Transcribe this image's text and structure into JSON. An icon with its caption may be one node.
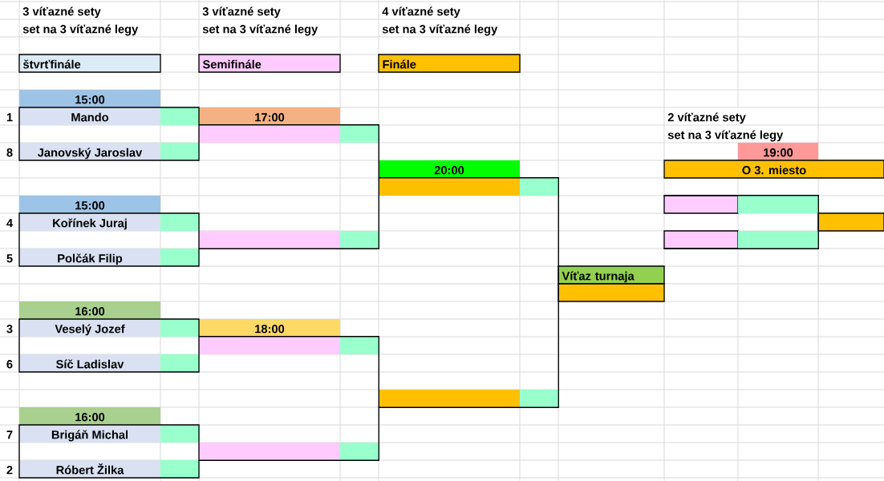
{
  "diagram": {
    "nodes": [
      {
        "text": [
          "štvrťfinále"
        ]
      },
      {
        "text": [
          "Semifinále"
        ]
      },
      {
        "text": [
          "Finále"
        ]
      },
      {
        "text": [
          "15:00"
        ]
      },
      {
        "text": [],
        "shape": "box"
      },
      {
        "text": [
          "Mando"
        ],
        "in": 4,
        "beside": [
          "1"
        ]
      },
      {
        "text": [],
        "shape": "box",
        "in": 4
      },
      {
        "text": [
          "Janovský Jaroslav"
        ],
        "in": 4,
        "beside": [
          "8"
        ]
      },
      {
        "text": [],
        "shape": "box",
        "in": 4
      },
      {
        "text": [
          "17:00"
        ]
      },
      {
        "text": [],
        "shape": "bracket"
      },
      {
        "text": [],
        "shape": "box",
        "in": 10
      },
      {
        "text": [],
        "shape": "box",
        "in": 10
      },
      {
        "text": [],
        "shape": "box",
        "in": 10
      },
      {
        "text": [],
        "shape": "box",
        "in": 10
      },
      {
        "text": [
          "19:00"
        ]
      },
      {
        "text": [
          "20:00"
        ]
      },
      {
        "text": [],
        "shape": "bracket"
      },
      {
        "text": [],
        "shape": "box",
        "in": 17
      },
      {
        "text": [],
        "shape": "box",
        "in": 17
      },
      {
        "text": [],
        "shape": "box",
        "in": 17
      },
      {
        "text": [],
        "shape": "box",
        "in": 17
      },
      {
        "text": [
          "O 3. miesto"
        ]
      },
      {
        "text": [],
        "shape": "bracket"
      },
      {
        "text": [],
        "shape": "box",
        "in": 23
      },
      {
        "text": [],
        "shape": "box",
        "in": 23
      },
      {
        "text": [],
        "shape": "box",
        "in": 23
      },
      {
        "text": [],
        "shape": "box",
        "in": 23
      },
      {
        "text": [],
        "shape": "box"
      },
      {
        "text": [
          "15:00"
        ]
      },
      {
        "text": [],
        "shape": "box"
      },
      {
        "text": [
          "Kořínek Juraj"
        ],
        "in": 30,
        "beside": [
          "4"
        ]
      },
      {
        "text": [],
        "shape": "box",
        "in": 30
      },
      {
        "text": [
          "Polčák Filip"
        ],
        "in": 30,
        "beside": [
          "5"
        ]
      },
      {
        "text": [],
        "shape": "box",
        "in": 30
      },
      {
        "text": [
          "Víťaz turnaja"
        ]
      },
      {
        "text": [],
        "shape": "box"
      },
      {
        "text": [
          "16:00"
        ]
      },
      {
        "text": [],
        "shape": "box"
      },
      {
        "text": [
          "Veselý Jozef"
        ],
        "in": 38,
        "beside": [
          "3"
        ]
      },
      {
        "text": [],
        "shape": "box",
        "in": 38
      },
      {
        "text": [
          "Síč Ladislav"
        ],
        "in": 38,
        "beside": [
          "6"
        ]
      },
      {
        "text": [],
        "shape": "box",
        "in": 38
      },
      {
        "text": [
          "18:00"
        ]
      },
      {
        "text": [],
        "shape": "bracket"
      },
      {
        "text": [],
        "shape": "box",
        "in": 44
      },
      {
        "text": [],
        "shape": "box",
        "in": 44
      },
      {
        "text": [],
        "shape": "box",
        "in": 44
      },
      {
        "text": [],
        "shape": "box",
        "in": 44
      },
      {
        "text": [
          "16:00"
        ]
      },
      {
        "text": [],
        "shape": "box"
      },
      {
        "text": [
          "Brigáň Michal"
        ],
        "in": 50,
        "beside": [
          "7"
        ]
      },
      {
        "text": [],
        "shape": "box",
        "in": 50
      },
      {
        "text": [
          "Róbert Žilka"
        ],
        "in": 50,
        "beside": [
          "2"
        ]
      },
      {
        "text": [],
        "shape": "box",
        "in": 50
      }
    ],
    "labels": [
      "3 víťazné sety",
      "3 víťazné sety",
      "4 víťazné sety",
      "set na 3 víťazné legy",
      "set na 3 víťazné legy",
      "set na 3 víťazné legy",
      "2 víťazné sety",
      "set na 3 víťazné legy"
    ]
  }
}
